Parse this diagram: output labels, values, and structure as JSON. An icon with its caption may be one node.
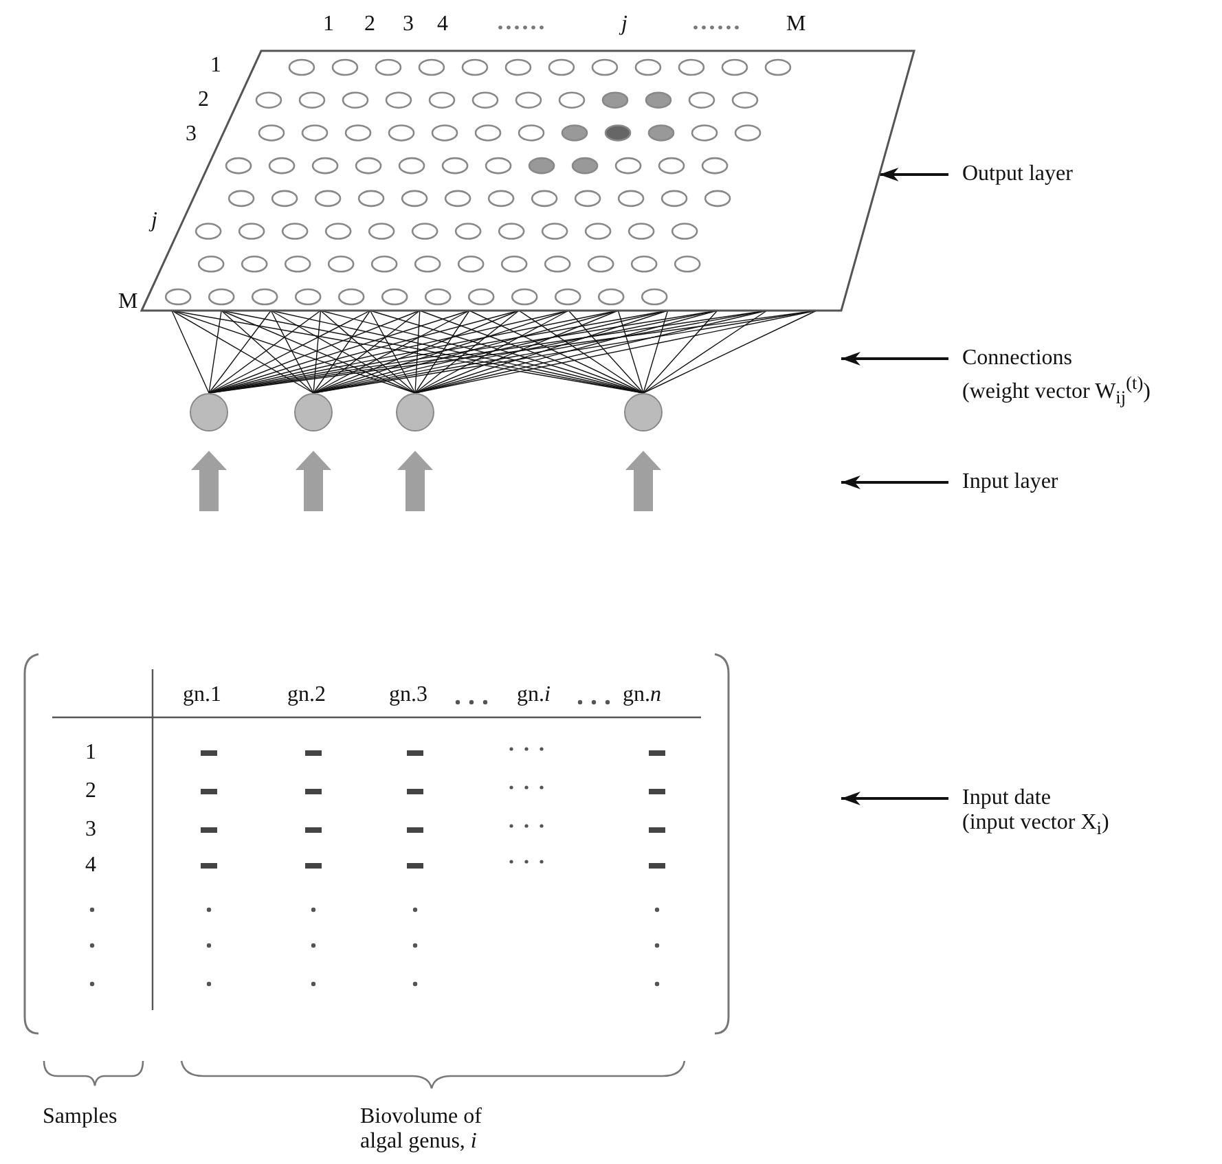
{
  "diagram": {
    "nodes": [
      {
        "text": [],
        "shape": "box"
      },
      {
        "text": [],
        "shape": "circle"
      },
      {
        "text": [],
        "shape": "circle"
      },
      {
        "text": [],
        "shape": "circle"
      },
      {
        "text": [],
        "shape": "circle"
      },
      {
        "text": [
          "Output layer"
        ]
      },
      {
        "text": [
          "Connections",
          "(weight vector W$_{ij}$$^{(t)}$)"
        ]
      },
      {
        "text": [
          "Input layer"
        ]
      },
      {
        "text": [
          "Input date",
          "(input vector X$_{i}$)"
        ]
      }
    ],
    "edges": [
      {
        "from": 1,
        "to": 0,
        "arrow": "none"
      },
      {
        "from": 2,
        "to": 0,
        "arrow": "none"
      },
      {
        "from": 3,
        "to": 0,
        "arrow": "none"
      },
      {
        "from": 4,
        "to": 0,
        "arrow": "none"
      },
      {
        "from": null,
        "to": 1,
        "arrow": "to",
        "style": "thick",
        "color": "#a0a0a0"
      },
      {
        "from": null,
        "to": 2,
        "arrow": "to",
        "style": "thick",
        "color": "#a0a0a0"
      },
      {
        "from": null,
        "to": 3,
        "arrow": "to",
        "style": "thick",
        "color": "#a0a0a0"
      },
      {
        "from": null,
        "to": 4,
        "arrow": "to",
        "style": "thick",
        "color": "#a0a0a0"
      },
      {
        "from": 5,
        "to": 0,
        "arrow": "to"
      },
      {
        "from": 6,
        "to": null,
        "arrow": "to"
      },
      {
        "from": 7,
        "to": null,
        "arrow": "to"
      },
      {
        "from": 8,
        "to": null,
        "arrow": "to"
      }
    ],
    "labels": [
      "1",
      "2",
      "3",
      "4",
      "j",
      "M",
      "1",
      "2",
      "3",
      "j",
      "M",
      "gn.1",
      "gn.2",
      "gn.3",
      "gn.*i*",
      "gn.*n*",
      "1",
      "2",
      "3",
      "4",
      "Samples",
      "Biovolume of algal genus, *i*"
    ]
  }
}
